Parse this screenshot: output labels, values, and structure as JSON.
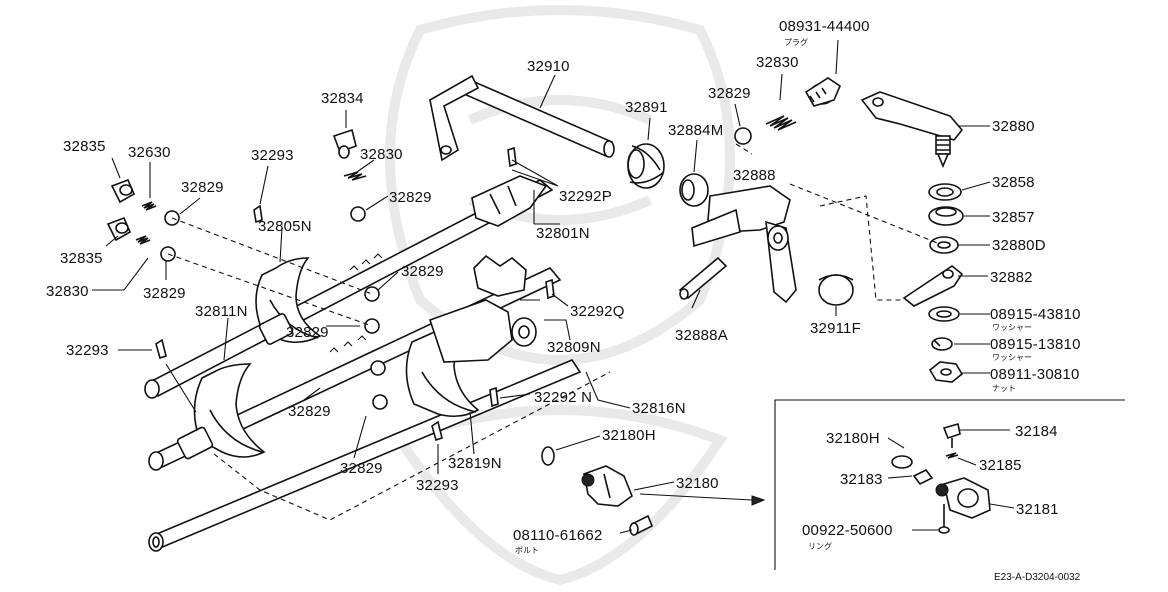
{
  "labels": {
    "l_08931": "08931-44400",
    "l_08931_k": "プラグ",
    "l_32830a": "32830",
    "l_32829a": "32829",
    "l_32910": "32910",
    "l_32891": "32891",
    "l_32884m": "32884M",
    "l_32880": "32880",
    "l_32834": "32834",
    "l_32835a": "32835",
    "l_32630": "32630",
    "l_32293a": "32293",
    "l_32830b": "32830",
    "l_32829b": "32829",
    "l_32829c": "32829",
    "l_32292p": "32292P",
    "l_32888": "32888",
    "l_32858": "32858",
    "l_32857": "32857",
    "l_32880d": "32880D",
    "l_32801n": "32801N",
    "l_32805n": "32805N",
    "l_32835b": "32835",
    "l_32830c": "32830",
    "l_32829d": "32829",
    "l_32829e": "32829",
    "l_32882": "32882",
    "l_32292q": "32292Q",
    "l_32811n": "32811N",
    "l_32829f": "32829",
    "l_32888a": "32888A",
    "l_32911f": "32911F",
    "l_08915a": "08915-43810",
    "l_08915a_k": "ワッシャー",
    "l_32809n": "32809N",
    "l_08915b": "08915-13810",
    "l_08915b_k": "ワッシャー",
    "l_32293b": "32293",
    "l_08911": "08911-30810",
    "l_08911_k": "ナット",
    "l_32292n": "32292 N",
    "l_32816n": "32816N",
    "l_32829g": "32829",
    "l_32180h": "32180H",
    "l_32180hb": "32180H",
    "l_32184": "32184",
    "l_32185": "32185",
    "l_32829h": "32829",
    "l_32819n": "32819N",
    "l_32183": "32183",
    "l_32181": "32181",
    "l_32293c": "32293",
    "l_32180": "32180",
    "l_00922": "00922-50600",
    "l_00922_k": "リング",
    "l_08110": "08110-61662",
    "l_08110_k": "ボルト",
    "l_code": "E23-A-D3204-0032"
  }
}
